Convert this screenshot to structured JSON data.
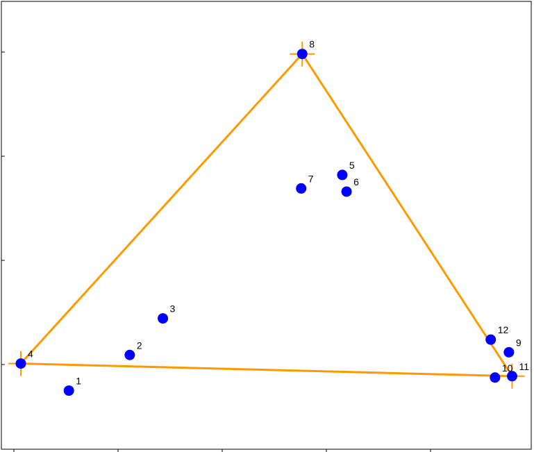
{
  "chart_data": {
    "type": "scatter",
    "xlim": [
      0,
      10
    ],
    "ylim": [
      0,
      10
    ],
    "grid": false,
    "colors": {
      "points": "#0000ff",
      "hull": "#ff9900",
      "frame": "#000000"
    },
    "points": [
      {
        "label": "1",
        "x": 1.29,
        "y": 1.36
      },
      {
        "label": "2",
        "x": 2.43,
        "y": 2.15
      },
      {
        "label": "3",
        "x": 3.05,
        "y": 2.96
      },
      {
        "label": "4",
        "x": 0.39,
        "y": 1.96
      },
      {
        "label": "5",
        "x": 6.41,
        "y": 6.14
      },
      {
        "label": "6",
        "x": 6.49,
        "y": 5.77
      },
      {
        "label": "7",
        "x": 5.64,
        "y": 5.84
      },
      {
        "label": "8",
        "x": 5.66,
        "y": 8.82
      },
      {
        "label": "9",
        "x": 9.53,
        "y": 2.21
      },
      {
        "label": "10",
        "x": 9.27,
        "y": 1.65
      },
      {
        "label": "11",
        "x": 9.59,
        "y": 1.68
      },
      {
        "label": "12",
        "x": 9.19,
        "y": 2.49
      }
    ],
    "hull": [
      "4",
      "8",
      "11"
    ]
  }
}
